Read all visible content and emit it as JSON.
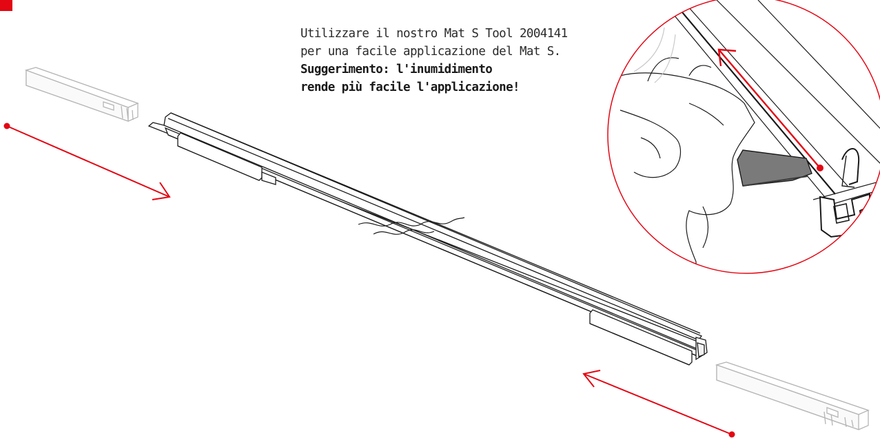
{
  "caption": {
    "line1": "Utilizzare il nostro Mat S Tool 2004141",
    "line2": "per una facile applicazione del Mat S.",
    "tip_line1": "Suggerimento: l'inumidimento",
    "tip_line2": "rende più facile l'applicazione!"
  },
  "colors": {
    "accent": "#e30613",
    "line": "#1a1a1a",
    "ghost": "#b5b5b5"
  }
}
